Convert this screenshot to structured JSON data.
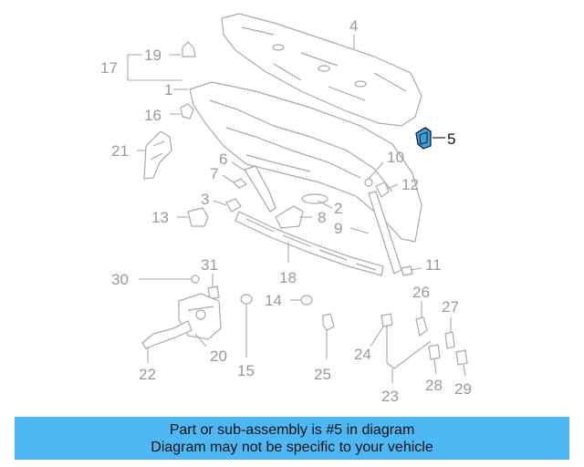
{
  "highlighted_part": "5",
  "colors": {
    "info_bar": "#4db8f4",
    "highlight": "#3aa0e0",
    "callout_text": "#9a9a9a",
    "parts_outline": "#a9a9a9"
  },
  "callouts": {
    "c1": "1",
    "c3": "3",
    "c4": "4",
    "c5": "5",
    "c6": "6",
    "c7": "7",
    "c8": "8",
    "c9": "9",
    "c10": "10",
    "c11": "11",
    "c12": "12",
    "c13": "13",
    "c14": "14",
    "c15": "15",
    "c16": "16",
    "c17": "17",
    "c18": "18",
    "c19": "19",
    "c20": "20",
    "c21": "21",
    "c22": "22",
    "c23": "23",
    "c24": "24",
    "c25": "25",
    "c26": "26",
    "c27": "27",
    "c28": "28",
    "c29": "29",
    "c30": "30",
    "c31": "31",
    "c2": "2"
  },
  "info": {
    "line1": "Part or sub-assembly is #5 in diagram",
    "line2": "Diagram may not be specific to your vehicle"
  }
}
